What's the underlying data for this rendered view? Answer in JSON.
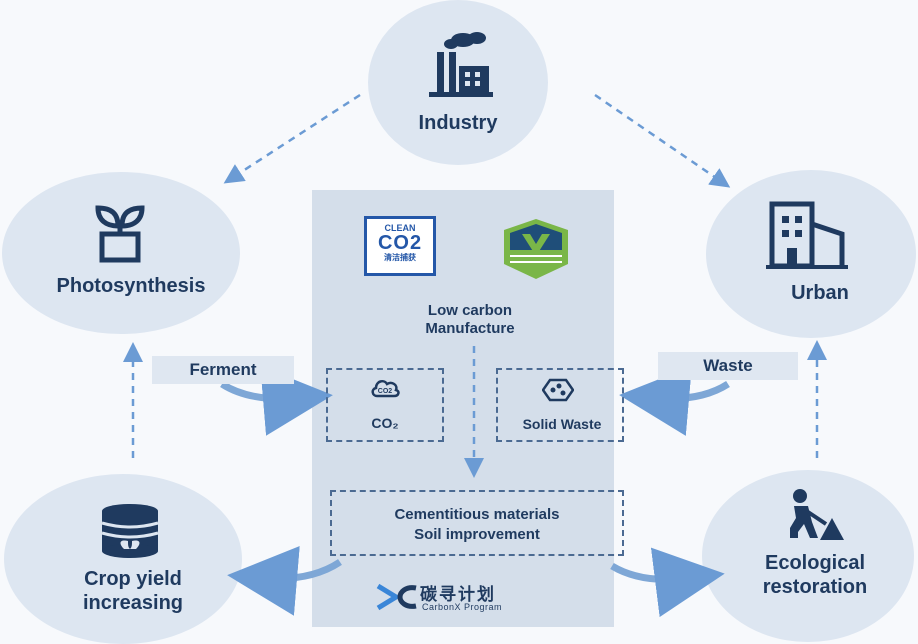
{
  "nodes": {
    "industry": "Industry",
    "photosynthesis": "Photosynthesis",
    "urban": "Urban",
    "crop": [
      "Crop yield",
      "increasing"
    ],
    "ecological": [
      "Ecological",
      "restoration"
    ]
  },
  "center": {
    "badge": {
      "line1": "CLEAN",
      "line2": "CO2",
      "line3": "清洁捕获"
    },
    "title": [
      "Low carbon",
      "Manufacture"
    ],
    "co2_label": "CO₂",
    "solid_waste_label": "Solid Waste",
    "materials": [
      "Cementitious materials",
      "Soil improvement"
    ],
    "brand_cn": "碳寻计划",
    "brand_en": "CarbonX Program"
  },
  "tags": {
    "ferment": "Ferment",
    "waste": "Waste"
  },
  "colors": {
    "node_fill": "#dde6f1",
    "panel_fill": "#d4deea",
    "text": "#1f3a5f",
    "arrow": "#6b9bd4",
    "logo_green": "#7ab648"
  }
}
